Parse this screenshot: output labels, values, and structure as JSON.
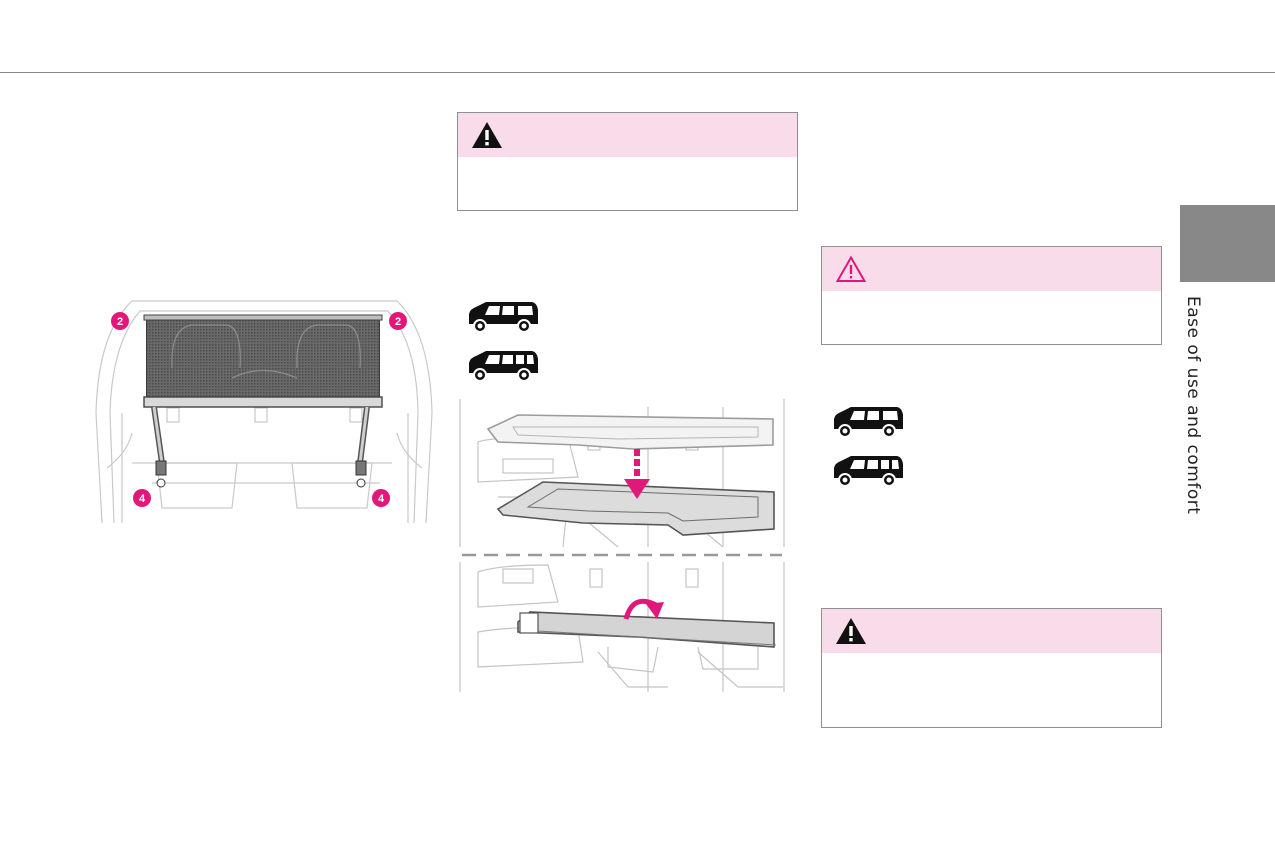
{
  "section_tab": {
    "label": "Ease of use and comfort",
    "color": "#888888"
  },
  "colors": {
    "accent": "#e2177a",
    "warning_header": "#f9dcea"
  },
  "figure_left": {
    "callouts": [
      "2",
      "2",
      "4",
      "4"
    ]
  },
  "warnings": [
    {
      "icon": "warning-triangle-filled-icon"
    },
    {
      "icon": "warning-triangle-outline-icon"
    },
    {
      "icon": "warning-triangle-filled-icon"
    }
  ],
  "vehicle_icons": [
    "van-2-windows-icon",
    "van-3-windows-icon",
    "van-2-windows-icon",
    "van-3-windows-icon"
  ]
}
